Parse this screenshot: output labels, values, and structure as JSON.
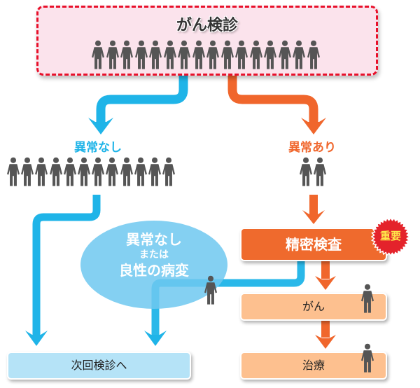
{
  "title": "がん検診",
  "top_people_count": 16,
  "branches": {
    "normal": {
      "label": "異常なし",
      "people_count": 12,
      "color": "#1fb4e8"
    },
    "abnormal": {
      "label": "異常あり",
      "people_count": 2,
      "color": "#f0662c"
    }
  },
  "detailed_exam": {
    "label": "精密検査",
    "badge": "重要"
  },
  "exam_result_normal": {
    "line1": "異常なし",
    "line2": "または",
    "line3": "良性の病変",
    "people_count": 1
  },
  "cancer": {
    "label": "がん",
    "people_count": 1
  },
  "treatment": {
    "label": "治療",
    "people_count": 1
  },
  "next_screening": {
    "label": "次回検診へ"
  },
  "colors": {
    "blue": "#1fb4e8",
    "orange": "#f0662c",
    "light_orange": "#fdc08f",
    "light_blue": "#b5e3f7",
    "pink": "#fbe3ec",
    "red_dashed": "#e8102a",
    "person": "#555555"
  }
}
